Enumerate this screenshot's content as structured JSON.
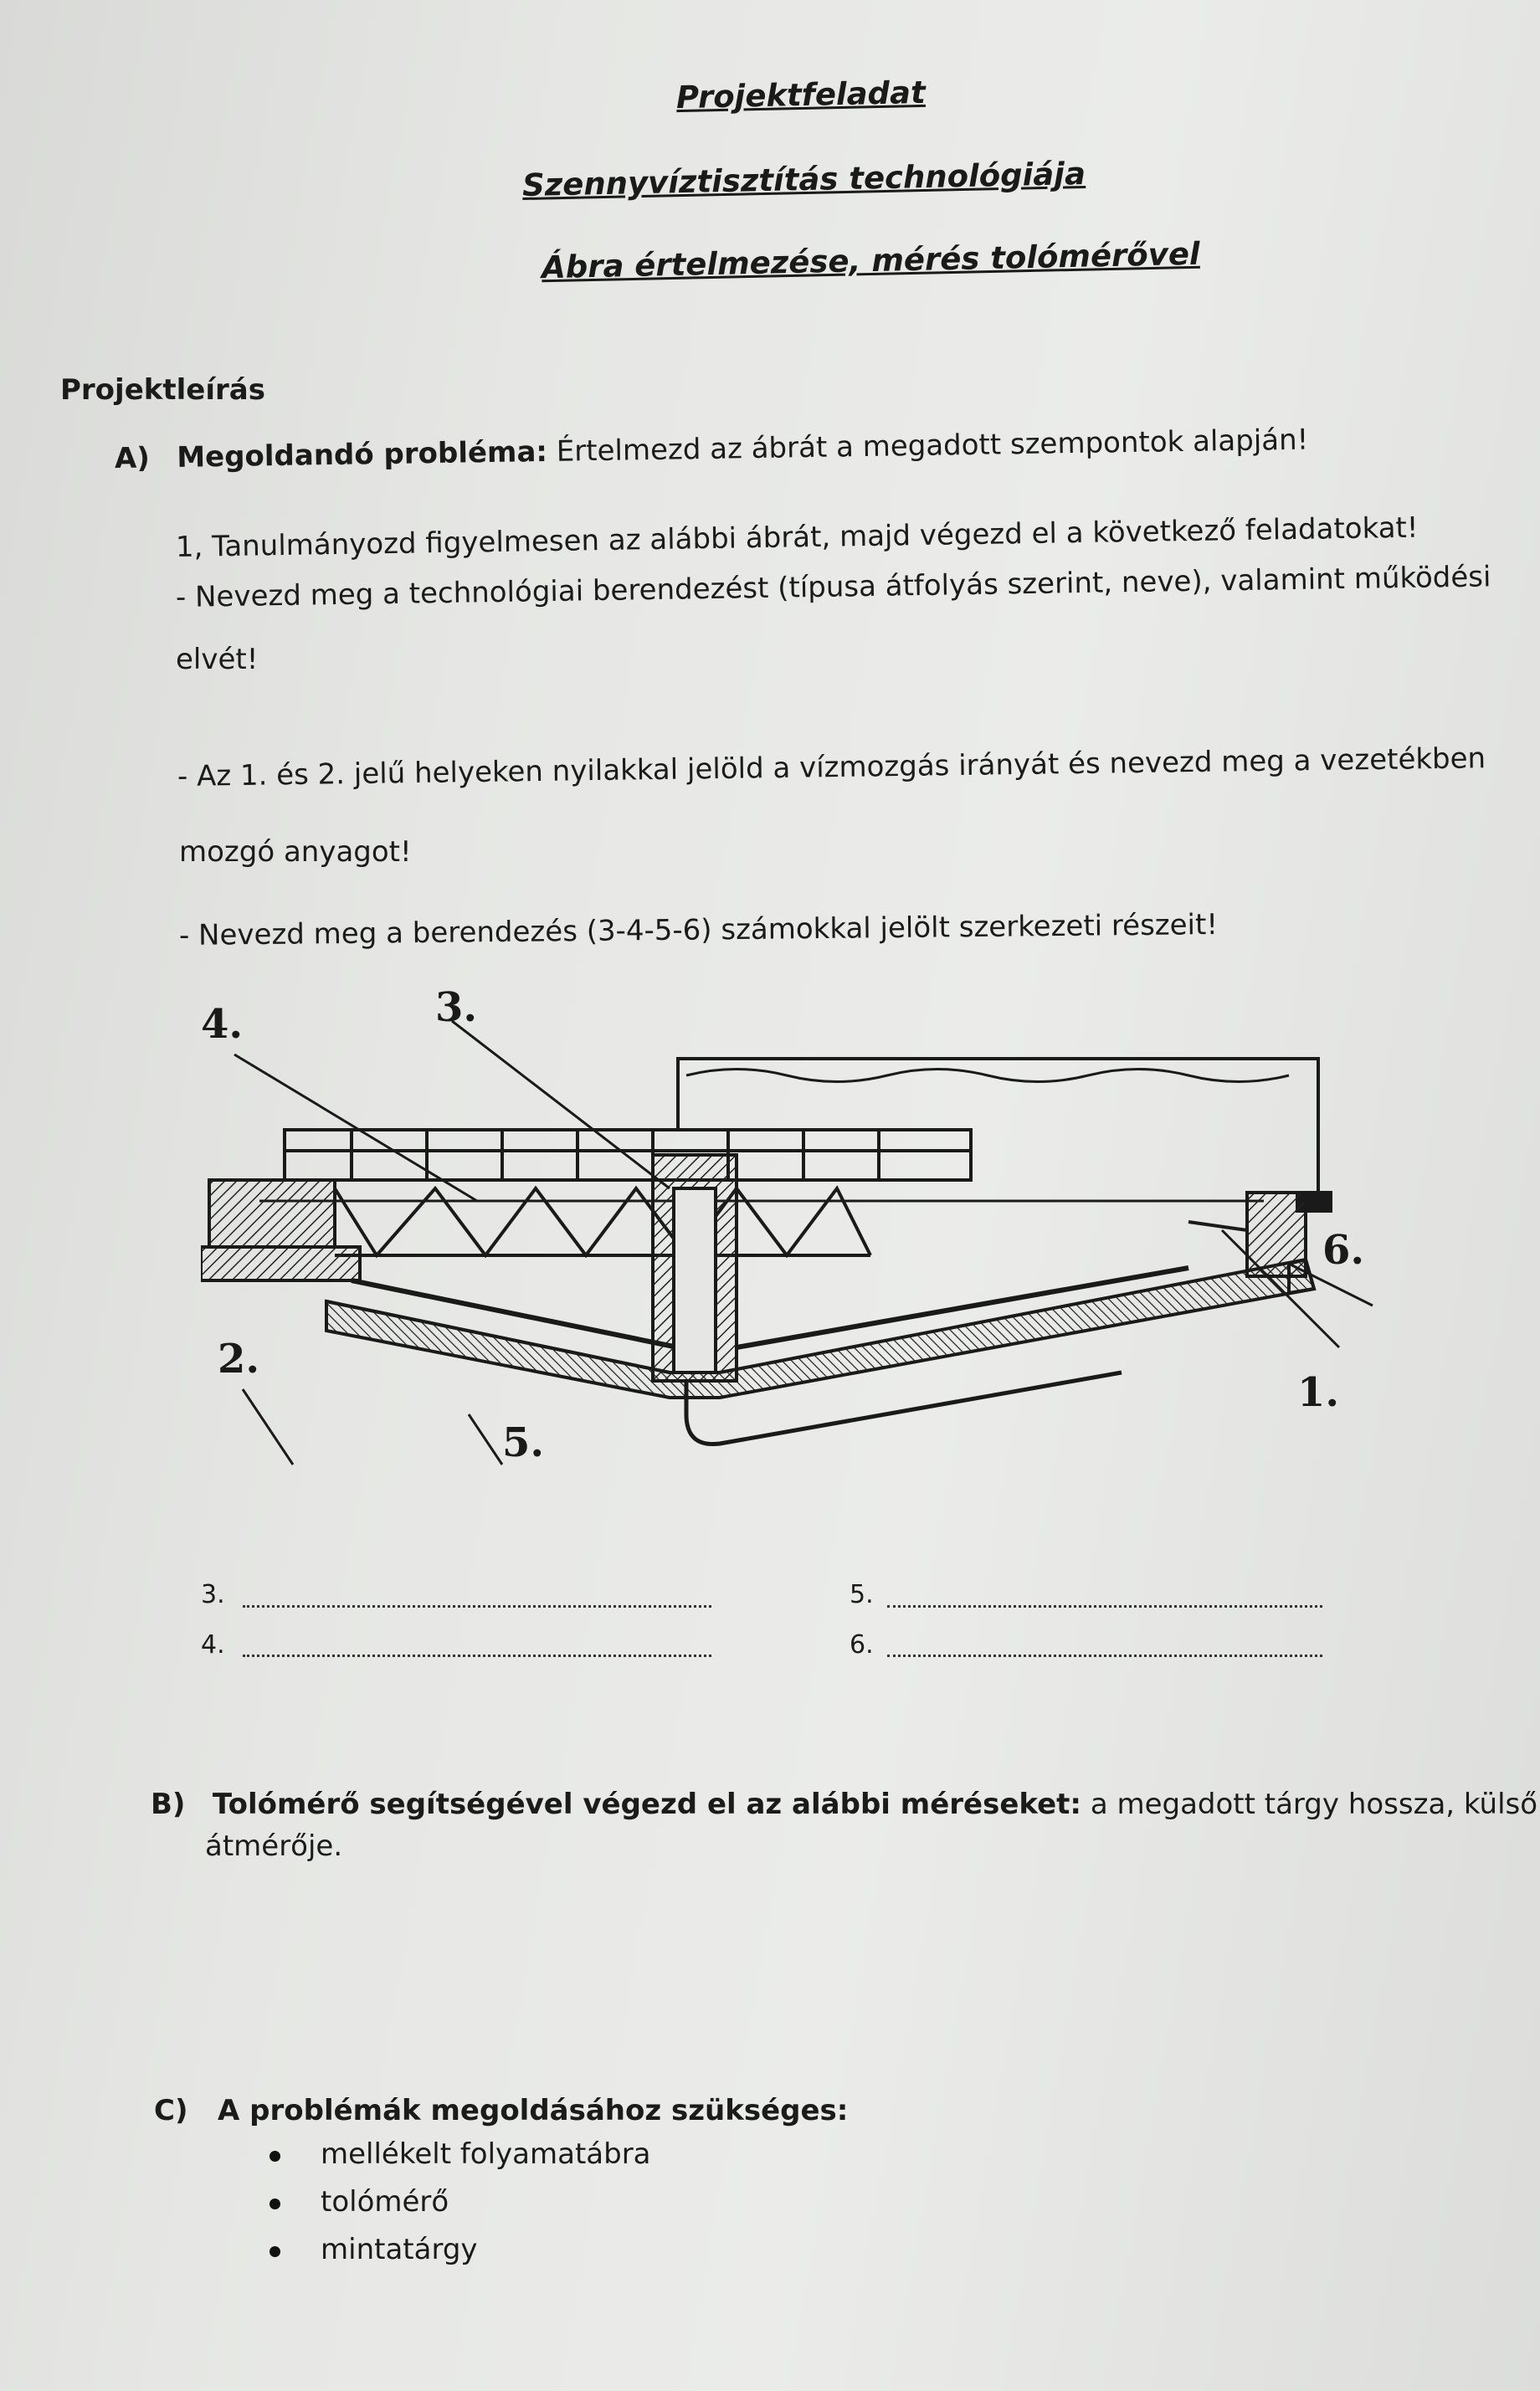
{
  "header": {
    "title1": "Projektfeladat",
    "title2": "Szennyvíztisztítás technológiája",
    "title3": "Ábra értelmezése, mérés tolómérővel"
  },
  "section_label": "Projektleírás",
  "section_a": {
    "letter": "A)",
    "heading_bold": "Megoldandó probléma:",
    "heading_rest": "Értelmezd az ábrát a megadott szempontok alapján!",
    "task1": "1, Tanulmányozd figyelmesen az alábbi ábrát, majd végezd el a következő feladatokat!",
    "task2_line1": "- Nevezd meg a technológiai berendezést (típusa átfolyás szerint, neve), valamint működési",
    "task2_line2": "elvét!",
    "task3_line1": "- Az 1. és 2. jelű helyeken nyilakkal jelöld a vízmozgás irányát és nevezd meg a vezetékben",
    "task3_line2": "mozgó anyagot!",
    "task4": "- Nevezd meg a berendezés (3-4-5-6) számokkal jelölt szerkezeti részeit!"
  },
  "diagram": {
    "labels": [
      "4.",
      "3.",
      "6.",
      "2.",
      "1.",
      "5."
    ]
  },
  "answers": [
    {
      "label": "3."
    },
    {
      "label": "5."
    },
    {
      "label": "4."
    },
    {
      "label": "6."
    }
  ],
  "section_b": {
    "letter": "B)",
    "heading_bold": "Tolómérő segítségével végezd el az alábbi méréseket:",
    "heading_rest": "a megadott tárgy hossza, külső",
    "line2": "átmérője."
  },
  "section_c": {
    "letter": "C)",
    "heading": "A problémák megoldásához szükséges:",
    "items": [
      "mellékelt folyamatábra",
      "tolómérő",
      "mintatárgy"
    ]
  }
}
